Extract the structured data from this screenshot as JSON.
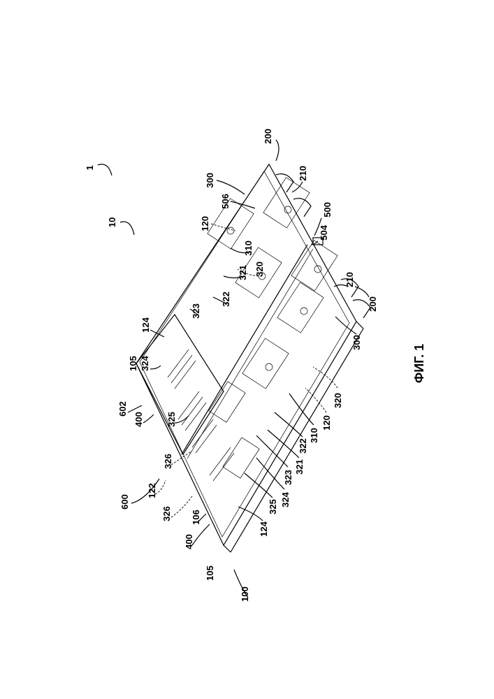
{
  "figure": {
    "caption": "ФИГ. 1",
    "labels": [
      {
        "id": "l1",
        "text": "1"
      },
      {
        "id": "l10",
        "text": "10"
      },
      {
        "id": "l200a",
        "text": "200"
      },
      {
        "id": "l210a",
        "text": "210"
      },
      {
        "id": "l300a",
        "text": "300"
      },
      {
        "id": "l506",
        "text": "506"
      },
      {
        "id": "l500",
        "text": "500"
      },
      {
        "id": "l504",
        "text": "504"
      },
      {
        "id": "l120a",
        "text": "120"
      },
      {
        "id": "l310a",
        "text": "310"
      },
      {
        "id": "l320a",
        "text": "320"
      },
      {
        "id": "l321a",
        "text": "321"
      },
      {
        "id": "l322a",
        "text": "322"
      },
      {
        "id": "l323a",
        "text": "323"
      },
      {
        "id": "l124a",
        "text": "124"
      },
      {
        "id": "l324a",
        "text": "324"
      },
      {
        "id": "l105a",
        "text": "105"
      },
      {
        "id": "l602",
        "text": "602"
      },
      {
        "id": "l400a",
        "text": "400"
      },
      {
        "id": "l325a",
        "text": "325"
      },
      {
        "id": "l326a",
        "text": "326"
      },
      {
        "id": "l600",
        "text": "600"
      },
      {
        "id": "l122",
        "text": "122"
      },
      {
        "id": "l326b",
        "text": "326"
      },
      {
        "id": "l106",
        "text": "106"
      },
      {
        "id": "l400b",
        "text": "400"
      },
      {
        "id": "l105b",
        "text": "105"
      },
      {
        "id": "l100",
        "text": "100"
      },
      {
        "id": "l124b",
        "text": "124"
      },
      {
        "id": "l325b",
        "text": "325"
      },
      {
        "id": "l324b",
        "text": "324"
      },
      {
        "id": "l323b",
        "text": "323"
      },
      {
        "id": "l321b",
        "text": "321"
      },
      {
        "id": "l322b",
        "text": "322"
      },
      {
        "id": "l310b",
        "text": "310"
      },
      {
        "id": "l120b",
        "text": "120"
      },
      {
        "id": "l320b",
        "text": "320"
      },
      {
        "id": "l300b",
        "text": "300"
      },
      {
        "id": "l200b",
        "text": "200"
      },
      {
        "id": "l210b",
        "text": "210"
      }
    ]
  }
}
